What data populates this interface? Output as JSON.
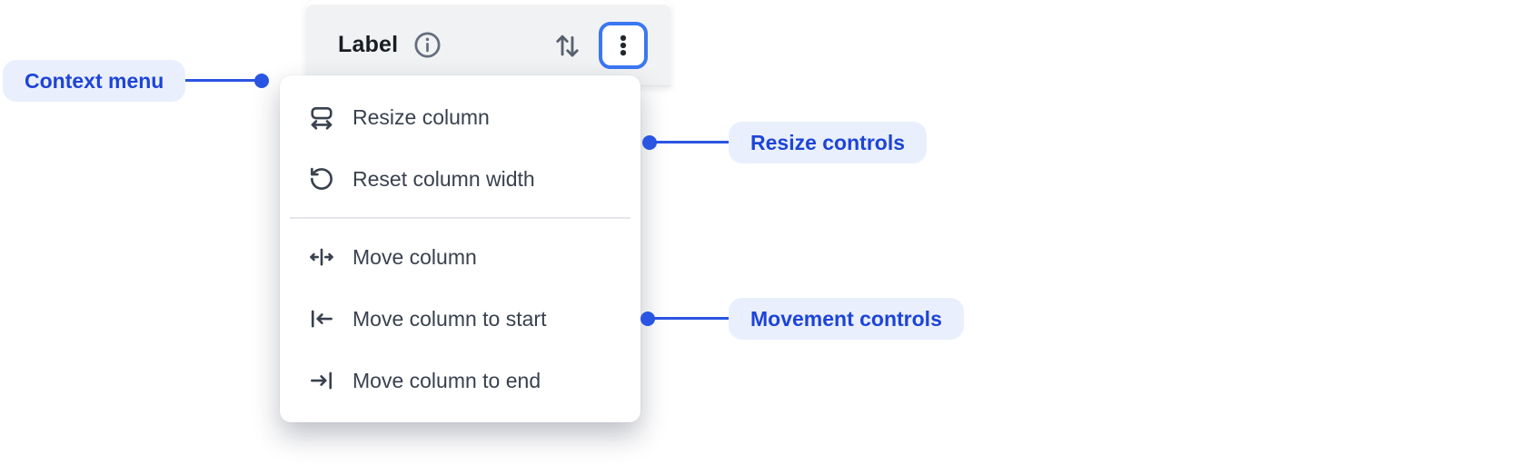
{
  "colors": {
    "accent_blue": "#2a55e2",
    "focus_ring_blue": "#3b77f2",
    "pill_background": "#e9effd",
    "pill_text": "#1d44d8",
    "header_background": "#f1f2f3",
    "menu_background": "#ffffff",
    "menu_text": "#39414e",
    "header_text": "#191d23",
    "muted_icon_gray": "#616b79"
  },
  "header": {
    "label": "Label",
    "icons": [
      "info-icon",
      "sort-arrows-icon",
      "kebab-menu-icon"
    ]
  },
  "menu": {
    "items": [
      {
        "icon": "resize-column-icon",
        "label": "Resize column"
      },
      {
        "icon": "reset-column-width-icon",
        "label": "Reset column width"
      },
      {
        "icon": "move-column-icon",
        "label": "Move column"
      },
      {
        "icon": "move-column-start-icon",
        "label": "Move column to start"
      },
      {
        "icon": "move-column-end-icon",
        "label": "Move column to end"
      }
    ]
  },
  "annotations": [
    {
      "label": "Context menu"
    },
    {
      "label": "Resize controls"
    },
    {
      "label": "Movement controls"
    }
  ]
}
